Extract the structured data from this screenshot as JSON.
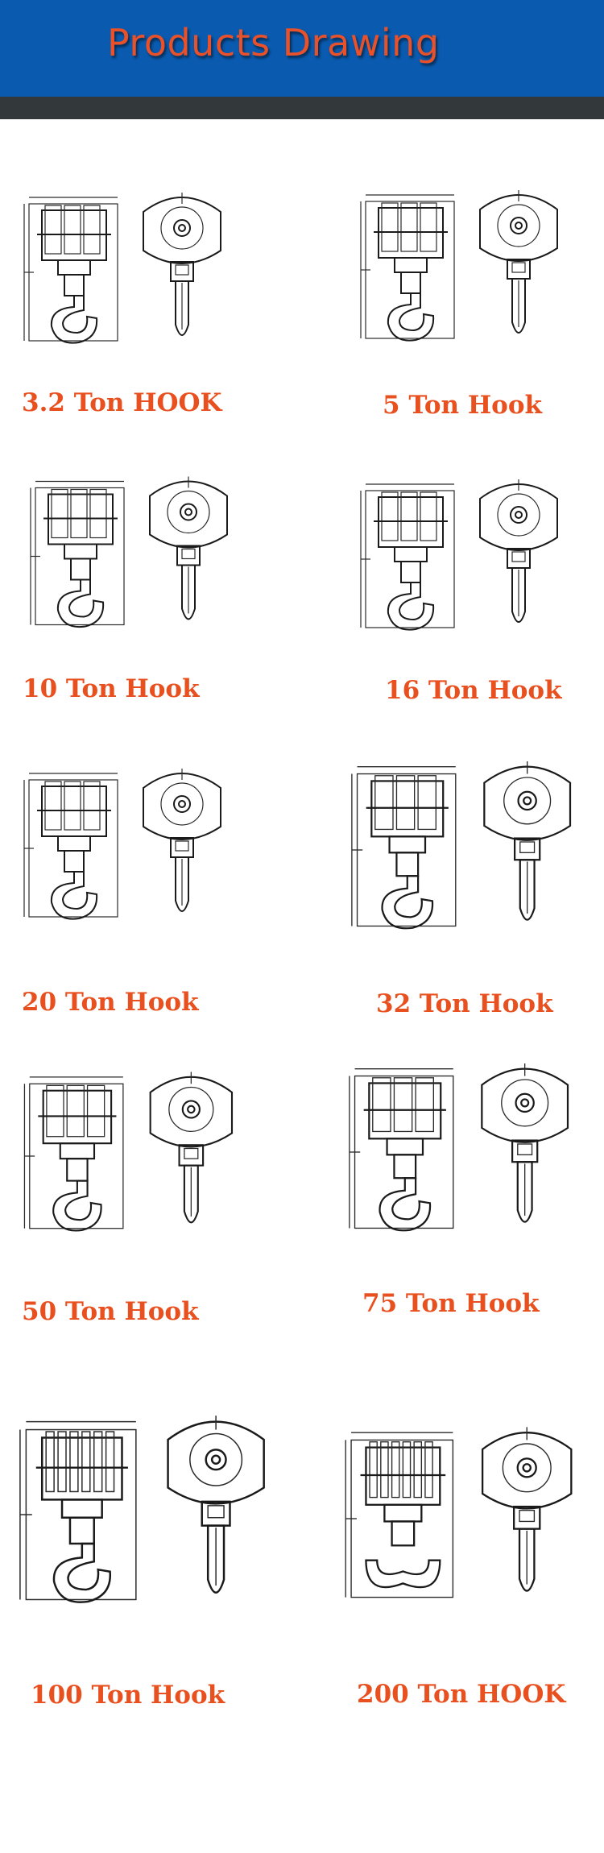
{
  "header": {
    "title": "Products Drawing",
    "bg_color": "#0a5bb0",
    "bar_color": "#33383a",
    "title_color": "#e8512a"
  },
  "label_color": "#e8511f",
  "products": [
    {
      "label": "3.2 Ton HOOK",
      "icon": "hook-drawing-icon"
    },
    {
      "label": "5 Ton Hook",
      "icon": "hook-drawing-icon"
    },
    {
      "label": "10 Ton Hook",
      "icon": "hook-drawing-icon"
    },
    {
      "label": "16 Ton Hook",
      "icon": "hook-drawing-icon"
    },
    {
      "label": "20 Ton Hook",
      "icon": "hook-drawing-icon"
    },
    {
      "label": "32 Ton Hook",
      "icon": "hook-drawing-icon"
    },
    {
      "label": "50 Ton Hook",
      "icon": "hook-drawing-icon"
    },
    {
      "label": "75 Ton Hook",
      "icon": "hook-drawing-icon"
    },
    {
      "label": "100 Ton Hook",
      "icon": "double-hook-drawing-icon"
    },
    {
      "label": "200 Ton HOOK",
      "icon": "ramshorn-hook-drawing-icon"
    }
  ]
}
